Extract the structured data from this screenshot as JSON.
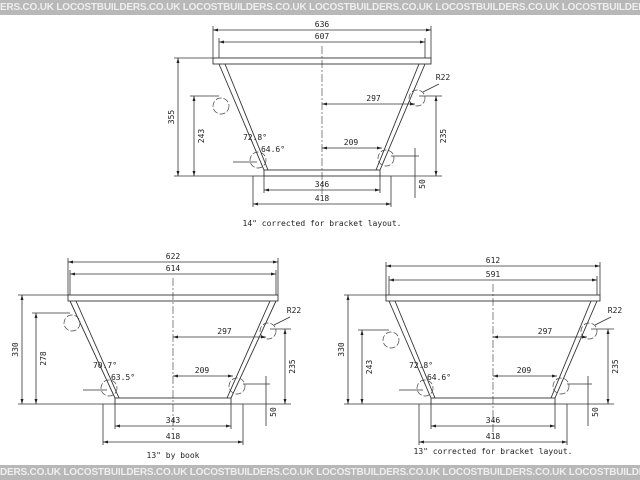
{
  "watermark": "LOCOSTBUILDERS.CO.UK",
  "drawings": [
    {
      "caption": "14\" corrected for bracket layout.",
      "top_outer": "636",
      "top_inner": "607",
      "height_total": "355",
      "height_lower": "243",
      "angle_outer": "72.8°",
      "angle_inner": "64.6°",
      "radius": "R22",
      "half_upper": "297",
      "half_lower": "209",
      "bracket_height": "235",
      "bracket_offset": "50",
      "bottom_inner": "346",
      "bottom_outer": "418"
    },
    {
      "caption": "13\" by book",
      "top_outer": "622",
      "top_inner": "614",
      "height_total": "330",
      "height_lower": "278",
      "angle_outer": "70.7°",
      "angle_inner": "63.5°",
      "radius": "R22",
      "half_upper": "297",
      "half_lower": "209",
      "bracket_height": "235",
      "bracket_offset": "50",
      "bottom_inner": "343",
      "bottom_outer": "418"
    },
    {
      "caption": "13\" corrected for bracket layout.",
      "top_outer": "612",
      "top_inner": "591",
      "height_total": "330",
      "height_lower": "243",
      "angle_outer": "72.8°",
      "angle_inner": "64.6°",
      "radius": "R22",
      "half_upper": "297",
      "half_lower": "209",
      "bracket_height": "235",
      "bracket_offset": "50",
      "bottom_inner": "346",
      "bottom_outer": "418"
    }
  ]
}
